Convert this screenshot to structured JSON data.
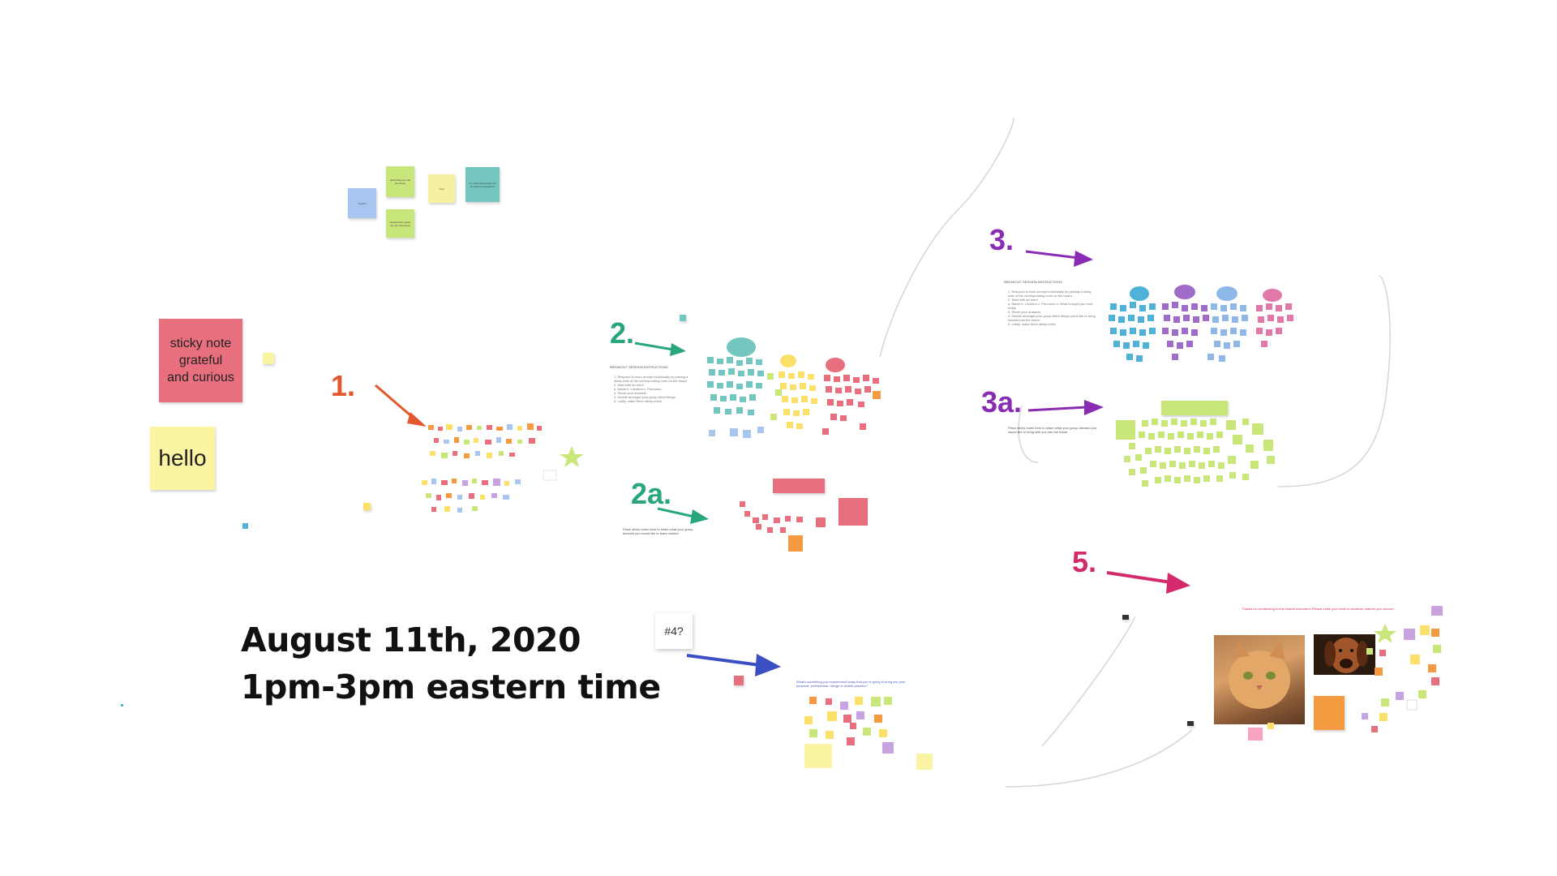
{
  "heading": {
    "line1": "August 11th, 2020",
    "line2": "1pm-3pm eastern time"
  },
  "stickies": {
    "pink_note": "sticky note grateful and curious",
    "yellow_note": "hello",
    "hash_four": "#4?",
    "top_green_1": "afraid that your will get worse",
    "top_teal": "I'm afraid that people will be afraid of everything!",
    "top_green_2": "hopeful that maybe we can slow down",
    "top_blue": "hopeful",
    "top_yellow": "trust"
  },
  "section_labels": {
    "s1": "1.",
    "s2": "2.",
    "s2a": "2a.",
    "s3": "3.",
    "s3a": "3a.",
    "s5": "5."
  },
  "colors": {
    "s1": "#e2572b",
    "s2": "#2aa77a",
    "s3": "#8a2bb3",
    "s4": "#3a4fc2",
    "s5": "#d42a6b",
    "pink_sticky": "#e8707e",
    "yellow_sticky": "#fbf4a3"
  },
  "frame_text": {
    "instructions_title": "BREAKOUT SESSION INSTRUCTIONS",
    "s2a_text": "Place sticky notes here to share what your group decided you would like to leave behind",
    "s3a_text": "Place sticky notes here to share what your group decided you would like to bring with you into the future",
    "s4_text": "What's something you experienced today that you're going to bring into your personal, professional, design or artistic practice?",
    "s5_text": "Thanks for contributing to this shared document! Please make your mark in whatever manner you choose!"
  }
}
